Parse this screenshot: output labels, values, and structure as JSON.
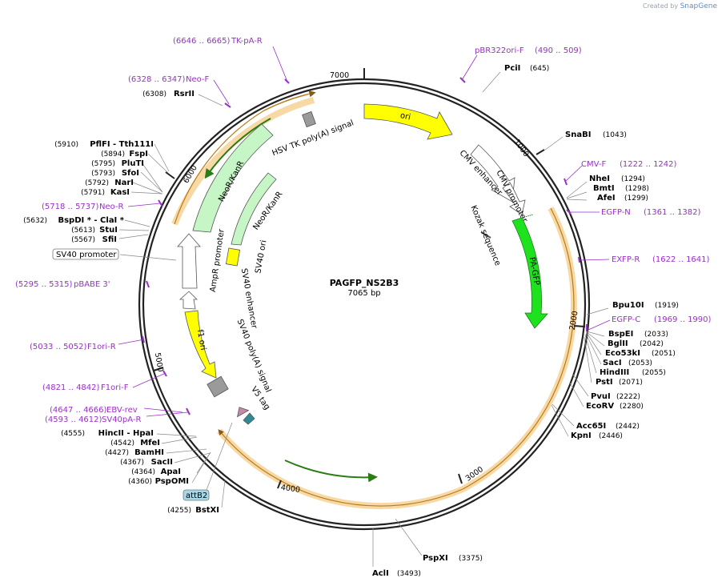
{
  "credit": {
    "prefix": "Created by",
    "brand": "SnapGene"
  },
  "plasmid": {
    "name": "PAGFP_NS2B3",
    "size_label": "7065 bp"
  },
  "ticks": [
    "1000",
    "2000",
    "3000",
    "4000",
    "5000",
    "6000",
    "7000"
  ],
  "features": [
    "ori",
    "CMV enhancer",
    "CMV promoter",
    "Kozak sequence",
    "PA-GFP",
    "HSV TK poly(A) signal",
    "NeoR/KanR",
    "NeoR/KanR",
    "SV40 ori",
    "SV40 enhancer",
    "AmpR promoter",
    "SV40 promoter",
    "f1 ori",
    "SV40 poly(A) signal",
    "V5 tag",
    "attB2"
  ],
  "enzymes": [
    {
      "name": "PciI",
      "pos": "(645)"
    },
    {
      "name": "SnaBI",
      "pos": "(1043)"
    },
    {
      "name": "NheI",
      "pos": "(1294)"
    },
    {
      "name": "BmtI",
      "pos": "(1298)"
    },
    {
      "name": "AfeI",
      "pos": "(1299)"
    },
    {
      "name": "Bpu10I",
      "pos": "(1919)"
    },
    {
      "name": "BspEI",
      "pos": "(2033)"
    },
    {
      "name": "BglII",
      "pos": "(2042)"
    },
    {
      "name": "Eco53kI",
      "pos": "(2051)"
    },
    {
      "name": "SacI",
      "pos": "(2053)"
    },
    {
      "name": "HindIII",
      "pos": "(2055)"
    },
    {
      "name": "PstI",
      "pos": "(2071)"
    },
    {
      "name": "PvuI",
      "pos": "(2222)"
    },
    {
      "name": "EcoRV",
      "pos": "(2280)"
    },
    {
      "name": "Acc65I",
      "pos": "(2442)"
    },
    {
      "name": "KpnI",
      "pos": "(2446)"
    },
    {
      "name": "PspXI",
      "pos": "(3375)"
    },
    {
      "name": "AclI",
      "pos": "(3493)"
    },
    {
      "name": "BstXI",
      "pos": "(4255)"
    },
    {
      "name": "PspOMI",
      "pos": "(4360)"
    },
    {
      "name": "ApaI",
      "pos": "(4364)"
    },
    {
      "name": "SacII",
      "pos": "(4367)"
    },
    {
      "name": "BamHI",
      "pos": "(4427)"
    },
    {
      "name": "MfeI",
      "pos": "(4542)"
    },
    {
      "name": "HincII - HpaI",
      "pos": "(4555)"
    },
    {
      "name": "SfiI",
      "pos": "(5567)"
    },
    {
      "name": "StuI",
      "pos": "(5613)"
    },
    {
      "name": "BspDI * - ClaI *",
      "pos": "(5632)"
    },
    {
      "name": "KasI",
      "pos": "(5791)"
    },
    {
      "name": "NarI",
      "pos": "(5792)"
    },
    {
      "name": "SfoI",
      "pos": "(5793)"
    },
    {
      "name": "PluTI",
      "pos": "(5795)"
    },
    {
      "name": "FspI",
      "pos": "(5894)"
    },
    {
      "name": "PflFI - Tth111I",
      "pos": "(5910)"
    },
    {
      "name": "RsrII",
      "pos": "(6308)"
    }
  ],
  "primers": [
    {
      "name": "pBR322ori-F",
      "range": "(490 .. 509)"
    },
    {
      "name": "CMV-F",
      "range": "(1222 .. 1242)"
    },
    {
      "name": "EGFP-N",
      "range": "(1361 .. 1382)"
    },
    {
      "name": "EXFP-R",
      "range": "(1622 .. 1641)"
    },
    {
      "name": "EGFP-C",
      "range": "(1969 .. 1990)"
    },
    {
      "name": "SV40pA-R",
      "range": "(4593 .. 4612)"
    },
    {
      "name": "EBV-rev",
      "range": "(4647 .. 4666)"
    },
    {
      "name": "F1ori-F",
      "range": "(4821 .. 4842)"
    },
    {
      "name": "F1ori-R",
      "range": "(5033 .. 5052)"
    },
    {
      "name": "pBABE 3'",
      "range": "(5295 .. 5315)"
    },
    {
      "name": "Neo-R",
      "range": "(5718 .. 5737)"
    },
    {
      "name": "Neo-F",
      "range": "(6328 .. 6347)"
    },
    {
      "name": "TK-pA-R",
      "range": "(6646 .. 6665)"
    }
  ],
  "colors": {
    "ori": "#ffff00",
    "pa_gfp": "#1fe21f",
    "neo": "#c6f5c6",
    "orange_band": "#f5c37a",
    "primer": "#9a2fc9",
    "attb2_fill": "#a8d8e8",
    "grey_feature": "#9a9a9a"
  }
}
